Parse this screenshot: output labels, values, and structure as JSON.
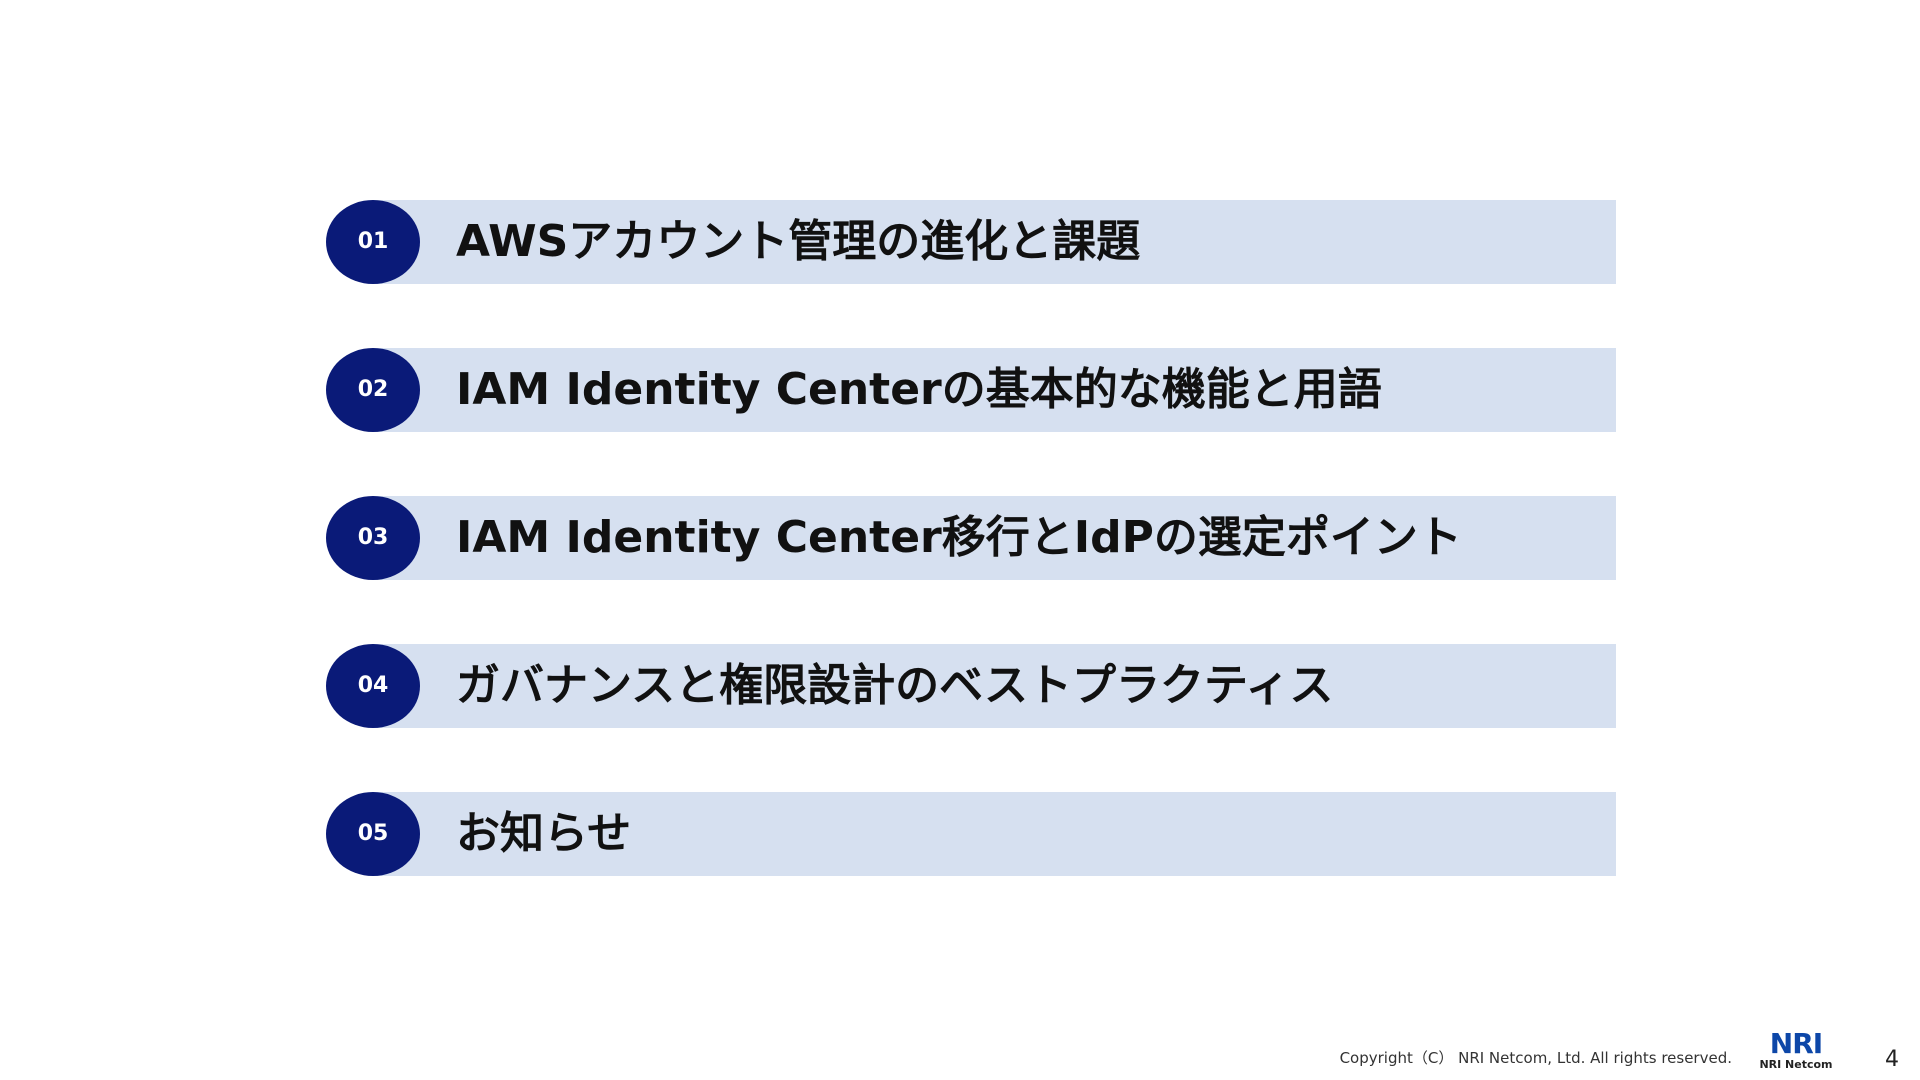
{
  "agenda": {
    "items": [
      {
        "number": "01",
        "title": "AWSアカウント管理の進化と課題"
      },
      {
        "number": "02",
        "title": "IAM Identity Centerの基本的な機能と用語"
      },
      {
        "number": "03",
        "title": "IAM Identity Center移行とIdPの選定ポイント"
      },
      {
        "number": "04",
        "title": "ガバナンスと権限設計のベストプラクティス"
      },
      {
        "number": "05",
        "title": "お知らせ"
      }
    ]
  },
  "footer": {
    "copyright": "Copyright（C） NRI Netcom, Ltd. All rights reserved.",
    "logo_mark": "NRI",
    "logo_sub": "NRI Netcom",
    "page_number": "4"
  },
  "colors": {
    "circle": "#0a1a78",
    "bar": "#d6e0f0",
    "logo": "#0d47a8"
  }
}
